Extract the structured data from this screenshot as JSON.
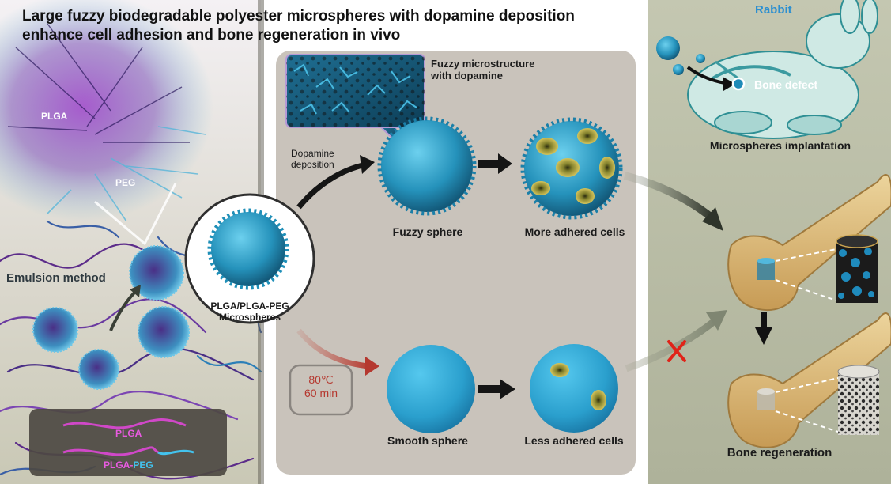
{
  "title": {
    "line1": "Large fuzzy biodegradable polyester microspheres with dopamine deposition",
    "line2": "enhance cell adhesion and bone regeneration in vivo"
  },
  "left_panel": {
    "plga_label": "PLGA",
    "peg_label": "PEG",
    "method_label": "Emulsion method",
    "legend": {
      "plga": "PLGA",
      "plga_peg_part1": "PLGA-",
      "plga_peg_part2": "PEG"
    }
  },
  "center": {
    "microspheres_line1": "PLGA/PLGA-PEG",
    "microspheres_line2": "Microspheres",
    "dopamine_line1": "Dopamine",
    "dopamine_line2": "deposition",
    "fuzzy_micro_line1": "Fuzzy microstructure",
    "fuzzy_micro_line2": "with dopamine",
    "fuzzy_sphere": "Fuzzy sphere",
    "more_cells": "More adhered cells",
    "heat_temp": "80℃",
    "heat_time": "60 min",
    "smooth_sphere": "Smooth sphere",
    "less_cells": "Less adhered cells"
  },
  "right_panel": {
    "rabbit": "Rabbit",
    "bone_defect": "Bone defect",
    "implantation": "Microspheres implantation",
    "bone_regeneration": "Bone regeneration"
  },
  "colors": {
    "sphere_blue": "#2a9fc6",
    "center_panel": "#c9c3bb",
    "right_panel": "#b9bda6",
    "bone": "#d9b978",
    "heat_red": "#b5382f",
    "rabbit_label": "#2c8fd0"
  }
}
